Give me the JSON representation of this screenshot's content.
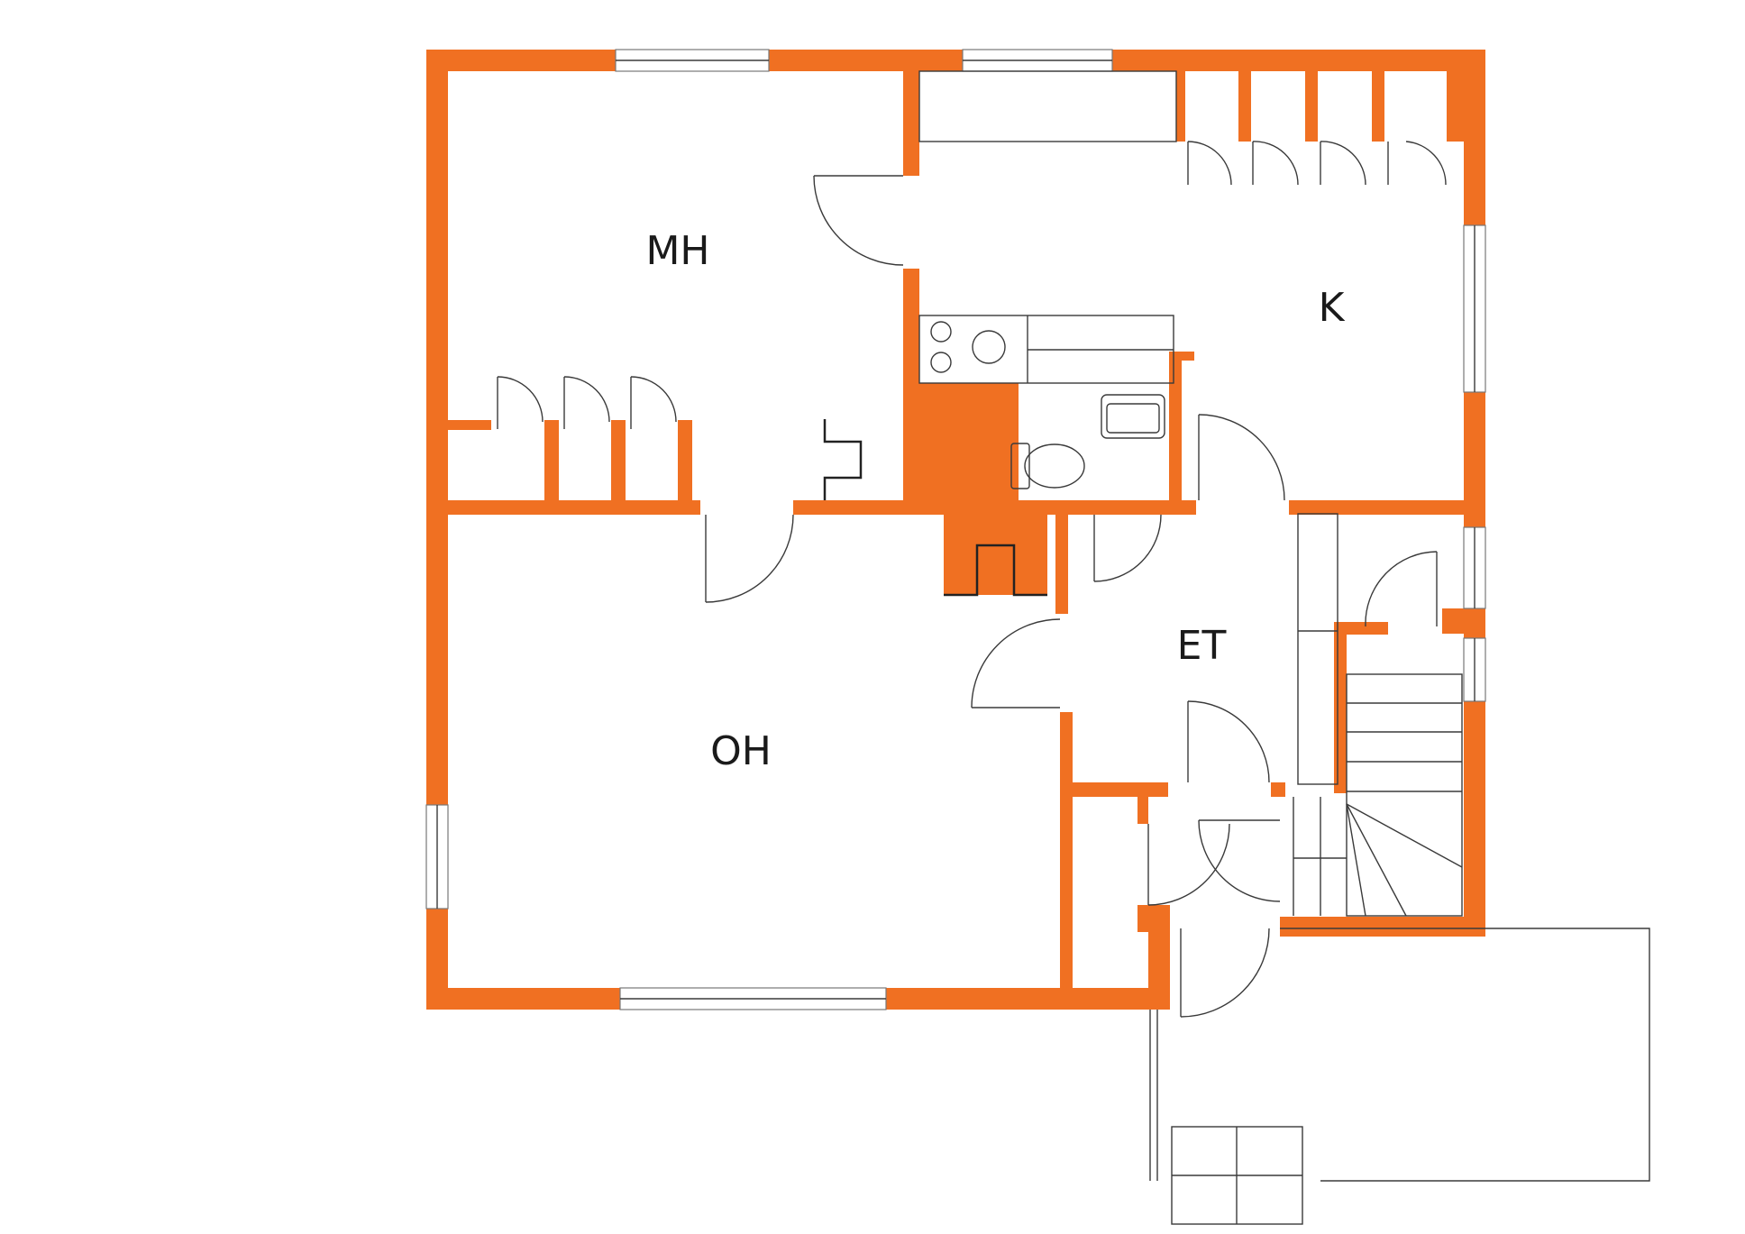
{
  "rooms": {
    "mh": "MH",
    "k": "K",
    "et": "ET",
    "oh": "OH"
  },
  "colors": {
    "wall": "#f07022",
    "line": "#3a3a3a",
    "background": "#ffffff"
  }
}
